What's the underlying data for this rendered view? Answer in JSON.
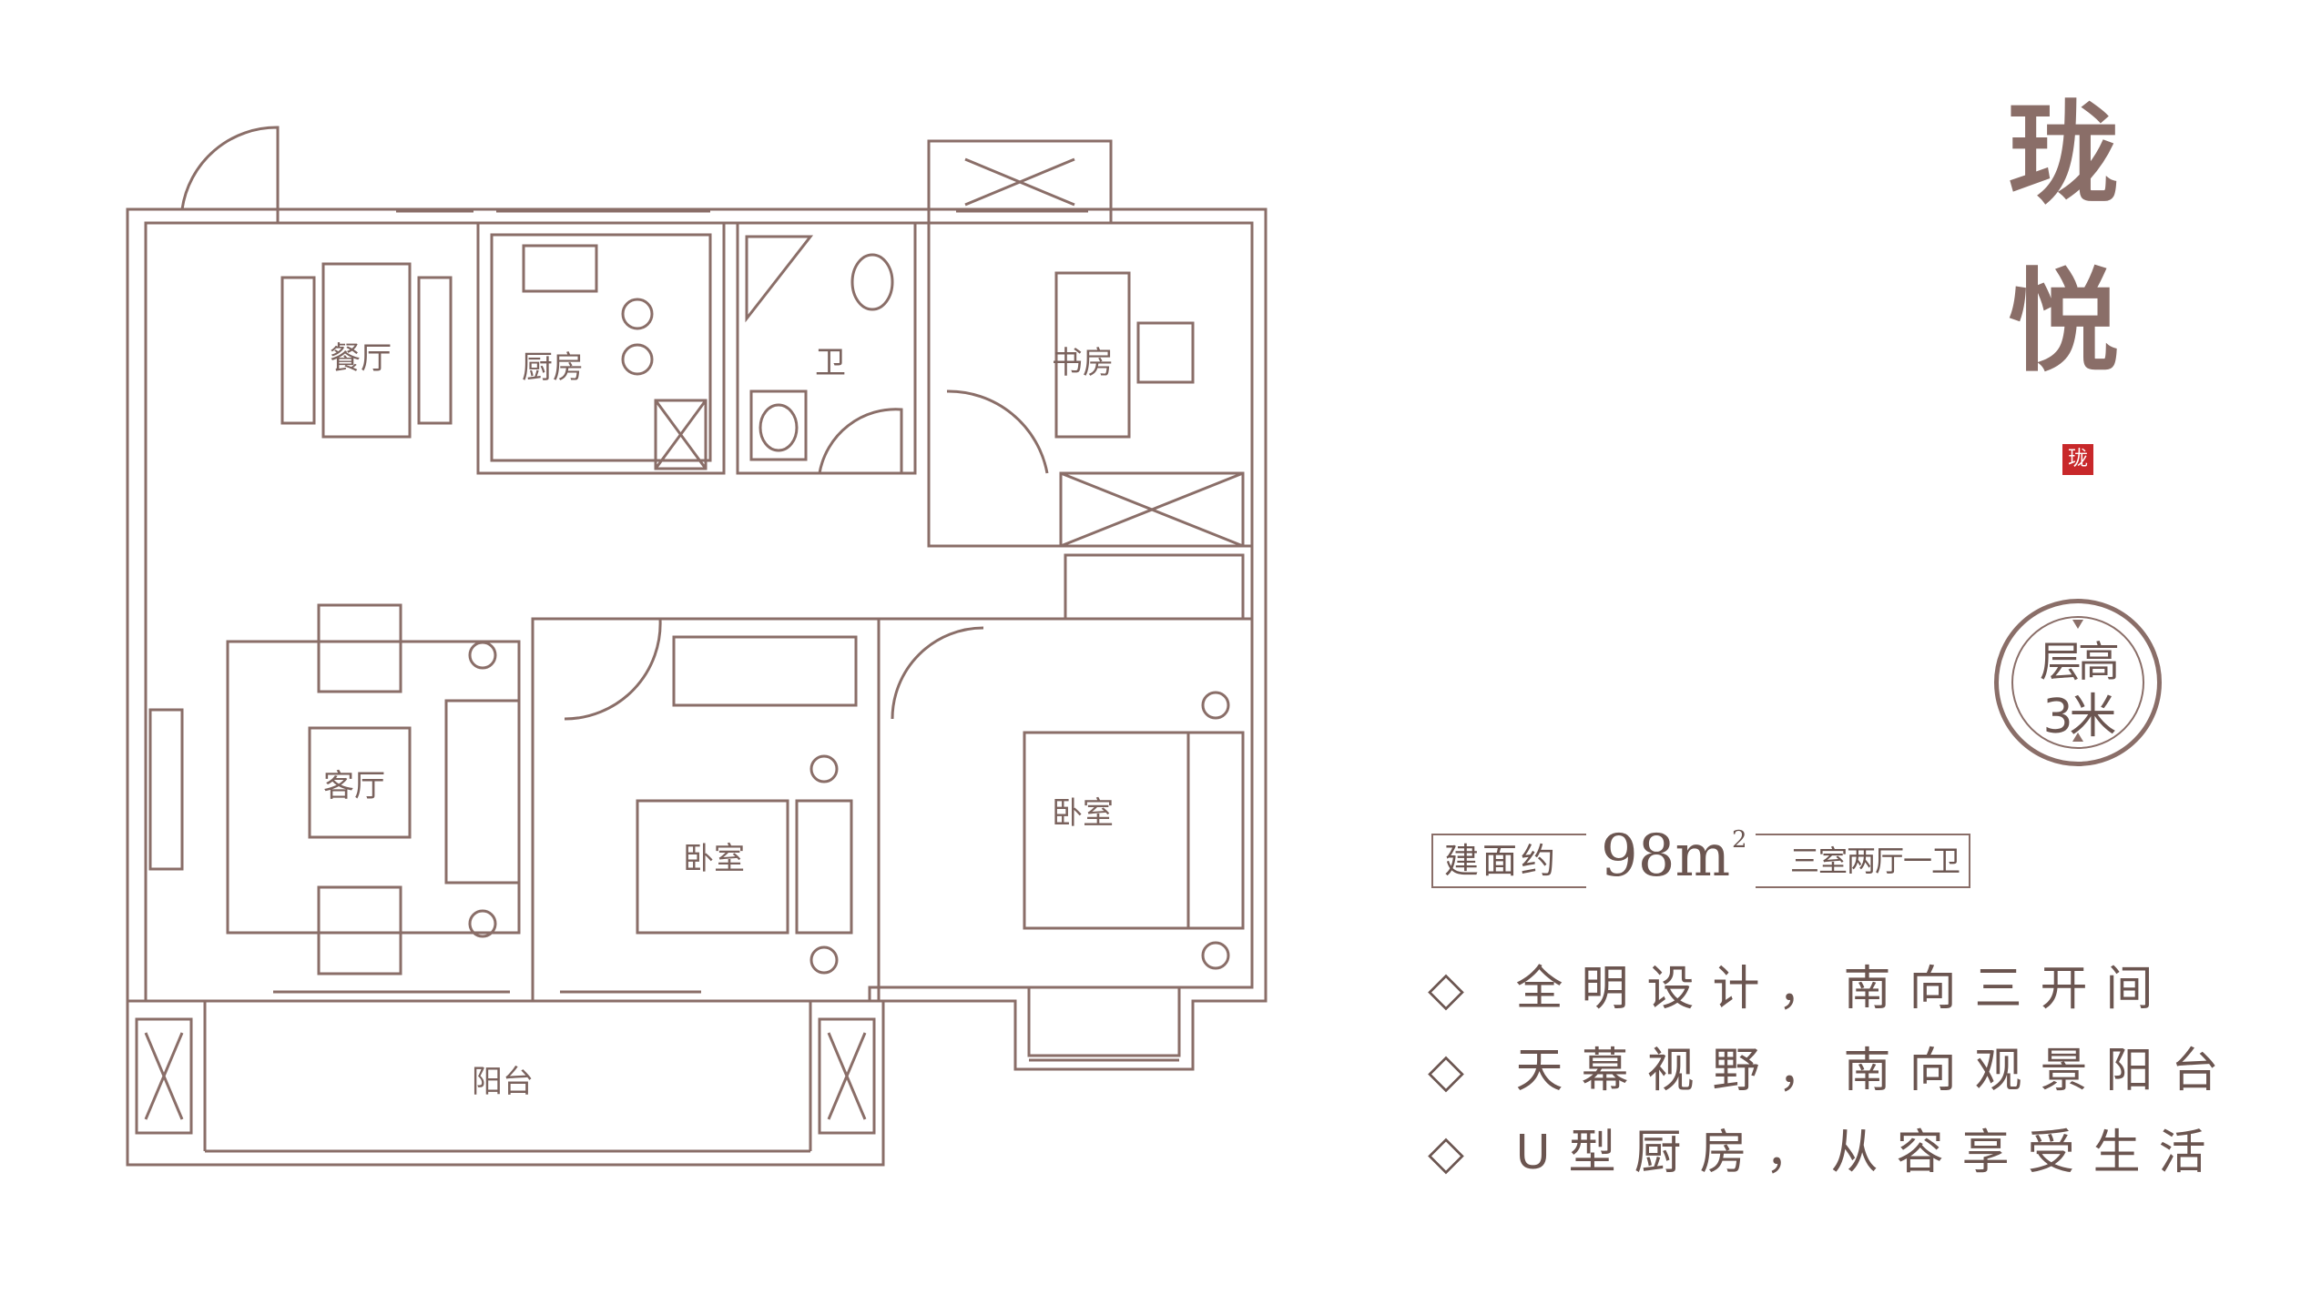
{
  "title": [
    "珑",
    "悦"
  ],
  "seal_text": "珑",
  "ceiling": {
    "line1": "层高",
    "line2": "3米"
  },
  "area": {
    "prefix": "建面约",
    "value": "98m",
    "sup": "2",
    "type": "三室两厅一卫"
  },
  "features": [
    "◇ 全明设计，南向三开间",
    "◇ 天幕视野，南向观景阳台",
    "◇ U型厨房，从容享受生活"
  ],
  "rooms": {
    "dining": "餐厅",
    "kitchen": "厨房",
    "bath": "卫",
    "study": "书房",
    "living": "客厅",
    "bedroom1": "卧室",
    "bedroom2": "卧室",
    "balcony": "阳台"
  },
  "colors": {
    "line": "#8a6e68",
    "seal": "#c8282a"
  }
}
